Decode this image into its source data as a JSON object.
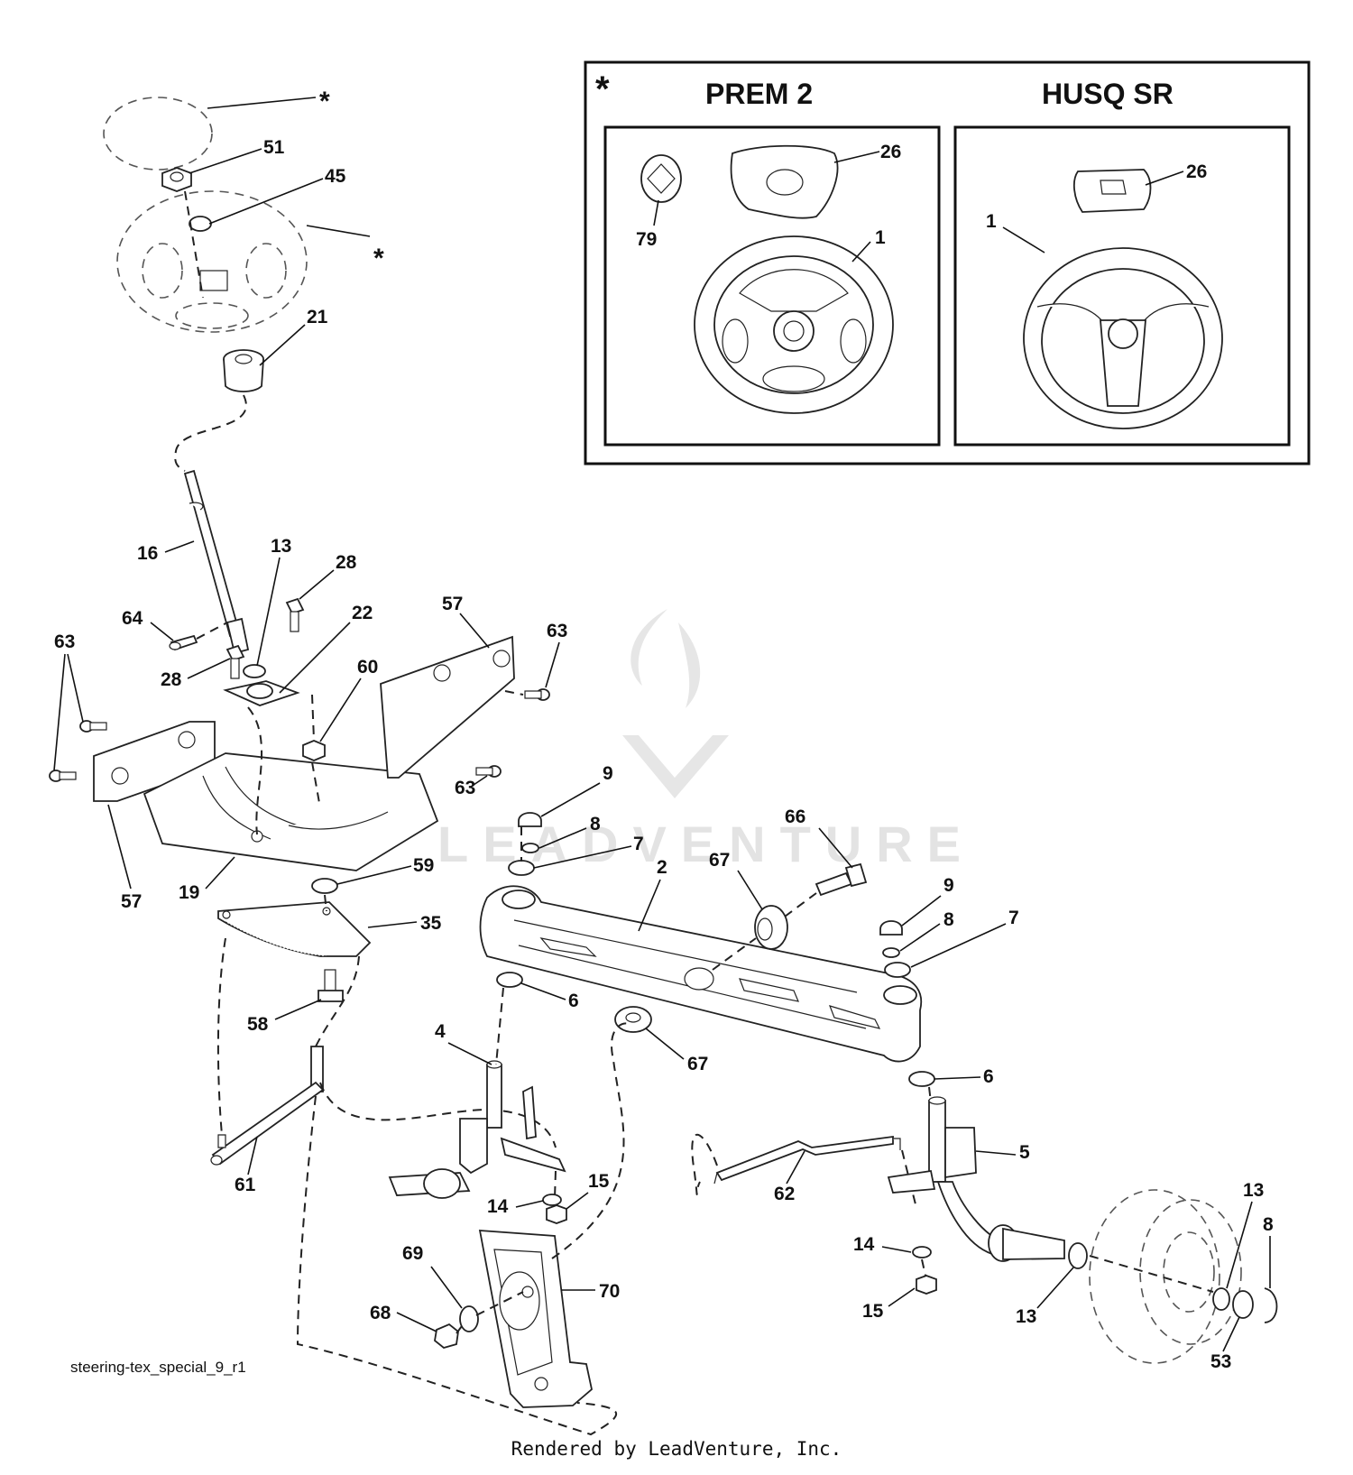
{
  "inset": {
    "marker": "*",
    "left_title": "PREM 2",
    "right_title": "HUSQ SR"
  },
  "callouts": {
    "c_star_top": "*",
    "c51": "51",
    "c45": "45",
    "c_star_wheel": "*",
    "c21": "21",
    "c16": "16",
    "c13_top": "13",
    "c28_top": "28",
    "c64": "64",
    "c22": "22",
    "c57_top": "57",
    "c63_right_top": "63",
    "c63_left": "63",
    "c28_left": "28",
    "c60": "60",
    "c63_right_bottom": "63",
    "c57_bottom": "57",
    "c19": "19",
    "c59": "59",
    "c35": "35",
    "c58": "58",
    "c61": "61",
    "c9_left": "9",
    "c8_left": "8",
    "c7_left": "7",
    "c66": "66",
    "c67_top": "67",
    "c2": "2",
    "c9_right": "9",
    "c8_right": "8",
    "c7_right": "7",
    "c6_left": "6",
    "c67_bottom": "67",
    "c6_right": "6",
    "c4": "4",
    "c5": "5",
    "c62": "62",
    "c14_left": "14",
    "c15_left": "15",
    "c14_right": "14",
    "c15_right": "15",
    "c69": "69",
    "c70": "70",
    "c68": "68",
    "c13_right_top": "13",
    "c8_bottom": "8",
    "c13_right_bottom": "13",
    "c53": "53",
    "c26_left": "26",
    "c79": "79",
    "c1_left": "1",
    "c26_right": "26",
    "c1_right": "1"
  },
  "watermark": "LEADVENTURE",
  "footer": {
    "diagram_id": "steering-tex_special_9_r1",
    "rendered_by": "Rendered by LeadVenture, Inc."
  }
}
